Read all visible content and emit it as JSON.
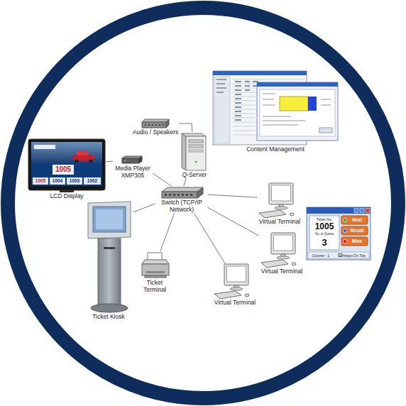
{
  "diagram": {
    "nodes": [
      {
        "text": [
          "Content Management"
        ]
      },
      {
        "text": [
          "Audio / Speakers"
        ]
      },
      {
        "text": [
          "Q-Server"
        ]
      },
      {
        "text": [
          "LCD Display"
        ]
      },
      {
        "text": [
          "Media Player XMP305"
        ]
      },
      {
        "text": [
          "Switch (TCP/IP Network)"
        ]
      },
      {
        "text": [
          "Virtual Terminal"
        ]
      },
      {
        "text": [
          "Virtual Terminal"
        ]
      },
      {
        "text": [
          "Ticket Terminal"
        ]
      },
      {
        "text": [
          "Virtual Terminal"
        ]
      },
      {
        "text": [
          "Ticket Kiosk"
        ]
      }
    ],
    "edges": [
      {
        "from": 1,
        "to": 2,
        "arrow": "none"
      },
      {
        "from": 2,
        "to": 5,
        "arrow": "none"
      },
      {
        "from": 3,
        "to": 4,
        "arrow": "none"
      },
      {
        "from": 4,
        "to": 5,
        "arrow": "none"
      },
      {
        "from": 5,
        "to": 6,
        "arrow": "none"
      },
      {
        "from": 5,
        "to": 7,
        "arrow": "none"
      },
      {
        "from": 5,
        "to": 9,
        "arrow": "none"
      },
      {
        "from": 5,
        "to": 8,
        "arrow": "none"
      },
      {
        "from": 5,
        "to": 10,
        "arrow": "none"
      }
    ],
    "labels": [
      "1005",
      "1005",
      "1004",
      "1003",
      "1002",
      "Ticket No.",
      "1005",
      "No. in Queue",
      "3",
      "Next",
      "Recall",
      "Miss",
      "Counter : 1",
      "Always On Top"
    ]
  }
}
